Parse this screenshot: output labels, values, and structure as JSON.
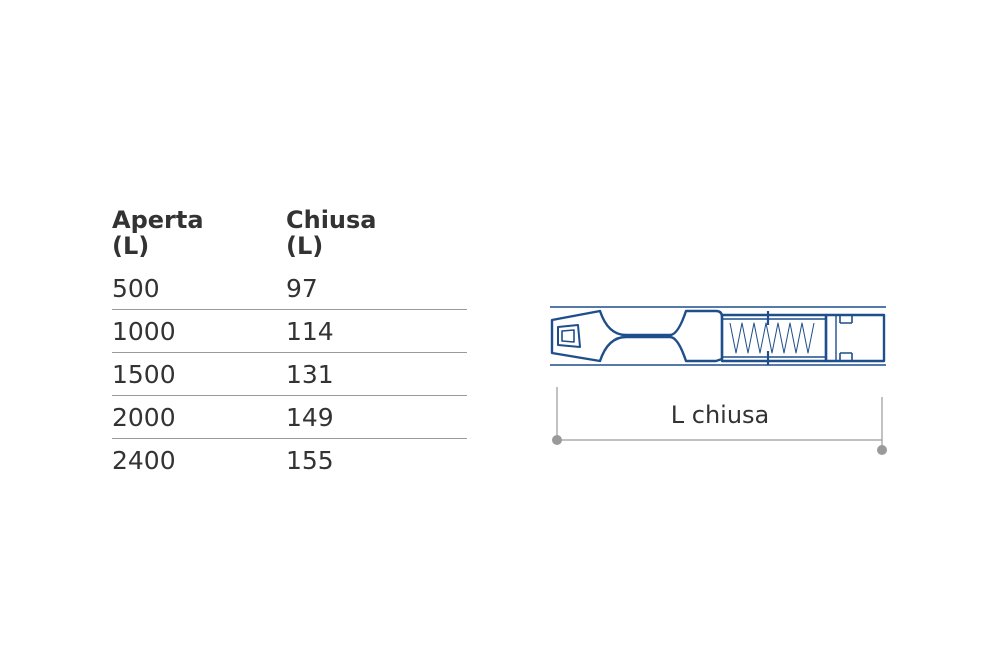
{
  "table": {
    "headers": [
      {
        "line1": "Aperta",
        "line2": "(L)"
      },
      {
        "line1": "Chiusa",
        "line2": "(L)"
      }
    ],
    "rows": [
      [
        "500",
        "97"
      ],
      [
        "1000",
        "114"
      ],
      [
        "1500",
        "131"
      ],
      [
        "2000",
        "149"
      ],
      [
        "2400",
        "155"
      ]
    ]
  },
  "diagram": {
    "dimension_label": "L chiusa",
    "profile_color": "#1f4e8c",
    "dimension_color": "#9a9a9a"
  }
}
